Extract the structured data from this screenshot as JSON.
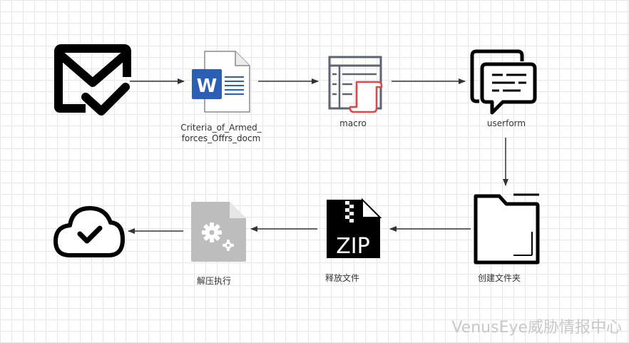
{
  "nodes": {
    "email": {
      "icon": "email-check-icon",
      "label": ""
    },
    "doc": {
      "icon": "word-document-icon",
      "label": "Criteria_of_Armed_\nforces_Offrs_docm"
    },
    "macro": {
      "icon": "macro-table-icon",
      "label": "macro"
    },
    "userform": {
      "icon": "chat-bubbles-icon",
      "label": "userform"
    },
    "folder": {
      "icon": "folder-icon",
      "label": "创建文件夹"
    },
    "zip": {
      "icon": "zip-file-icon",
      "label": "释放文件"
    },
    "exec": {
      "icon": "gear-file-icon",
      "label": "解压执行"
    },
    "cloud": {
      "icon": "cloud-check-icon",
      "label": ""
    }
  },
  "word_letter": "W",
  "zip_text": "ZIP",
  "watermark": "VenusEye威胁情报中心"
}
